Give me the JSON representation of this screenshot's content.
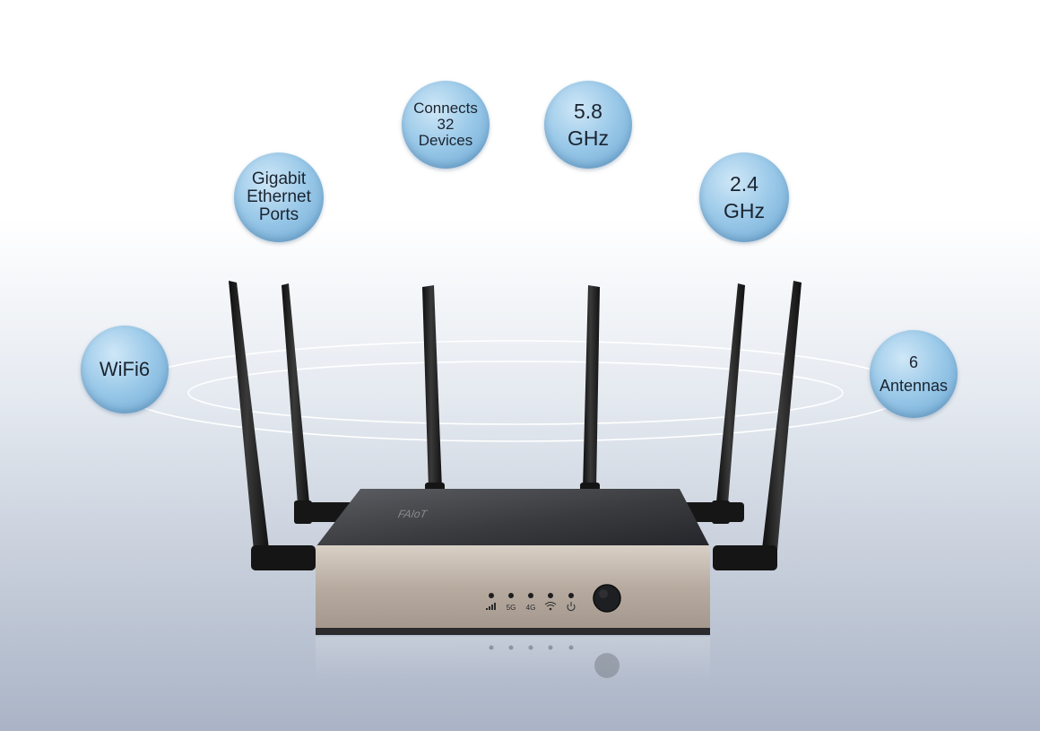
{
  "badges": [
    {
      "id": "wifi6",
      "text": "WiFi6"
    },
    {
      "id": "gigabit",
      "text": "Gigabit\nEthernet\nPorts"
    },
    {
      "id": "devices",
      "text": "Connects\n32\nDevices"
    },
    {
      "id": "band58",
      "text": "5.8\nGHz"
    },
    {
      "id": "band24",
      "text": "2.4\nGHz"
    },
    {
      "id": "antennas",
      "text": "6\nAntennas"
    }
  ],
  "device": {
    "brand": "FAIoT",
    "led_labels": [
      "5G",
      "4G"
    ],
    "icons": [
      "signal-icon",
      "wifi-icon",
      "power-icon"
    ],
    "colors": {
      "body": "#b9ada3",
      "top": "#3a3b3f",
      "antenna": "#1a1a1a"
    }
  }
}
